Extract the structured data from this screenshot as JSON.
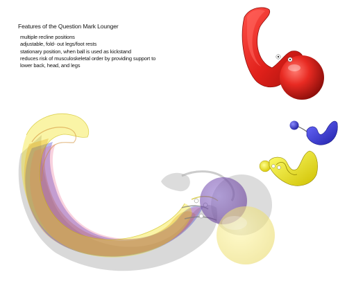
{
  "features": {
    "title": "Features of the Question Mark Lounger",
    "items": [
      "multiple recline positions",
      "adjustable, fold- out legs/foot rests",
      "stationary position, when ball is used as kickstand",
      "reduces risk of musculoskeletal order by providing support to",
      "lower back, head, and legs"
    ]
  },
  "colors": {
    "red_lounger": "#e8231f",
    "blue_lounger": "#3434c8",
    "yellow_lounger": "#f0e000",
    "grey_ghost": "#9a9a9a",
    "orange_ghost": "#e8a040"
  }
}
